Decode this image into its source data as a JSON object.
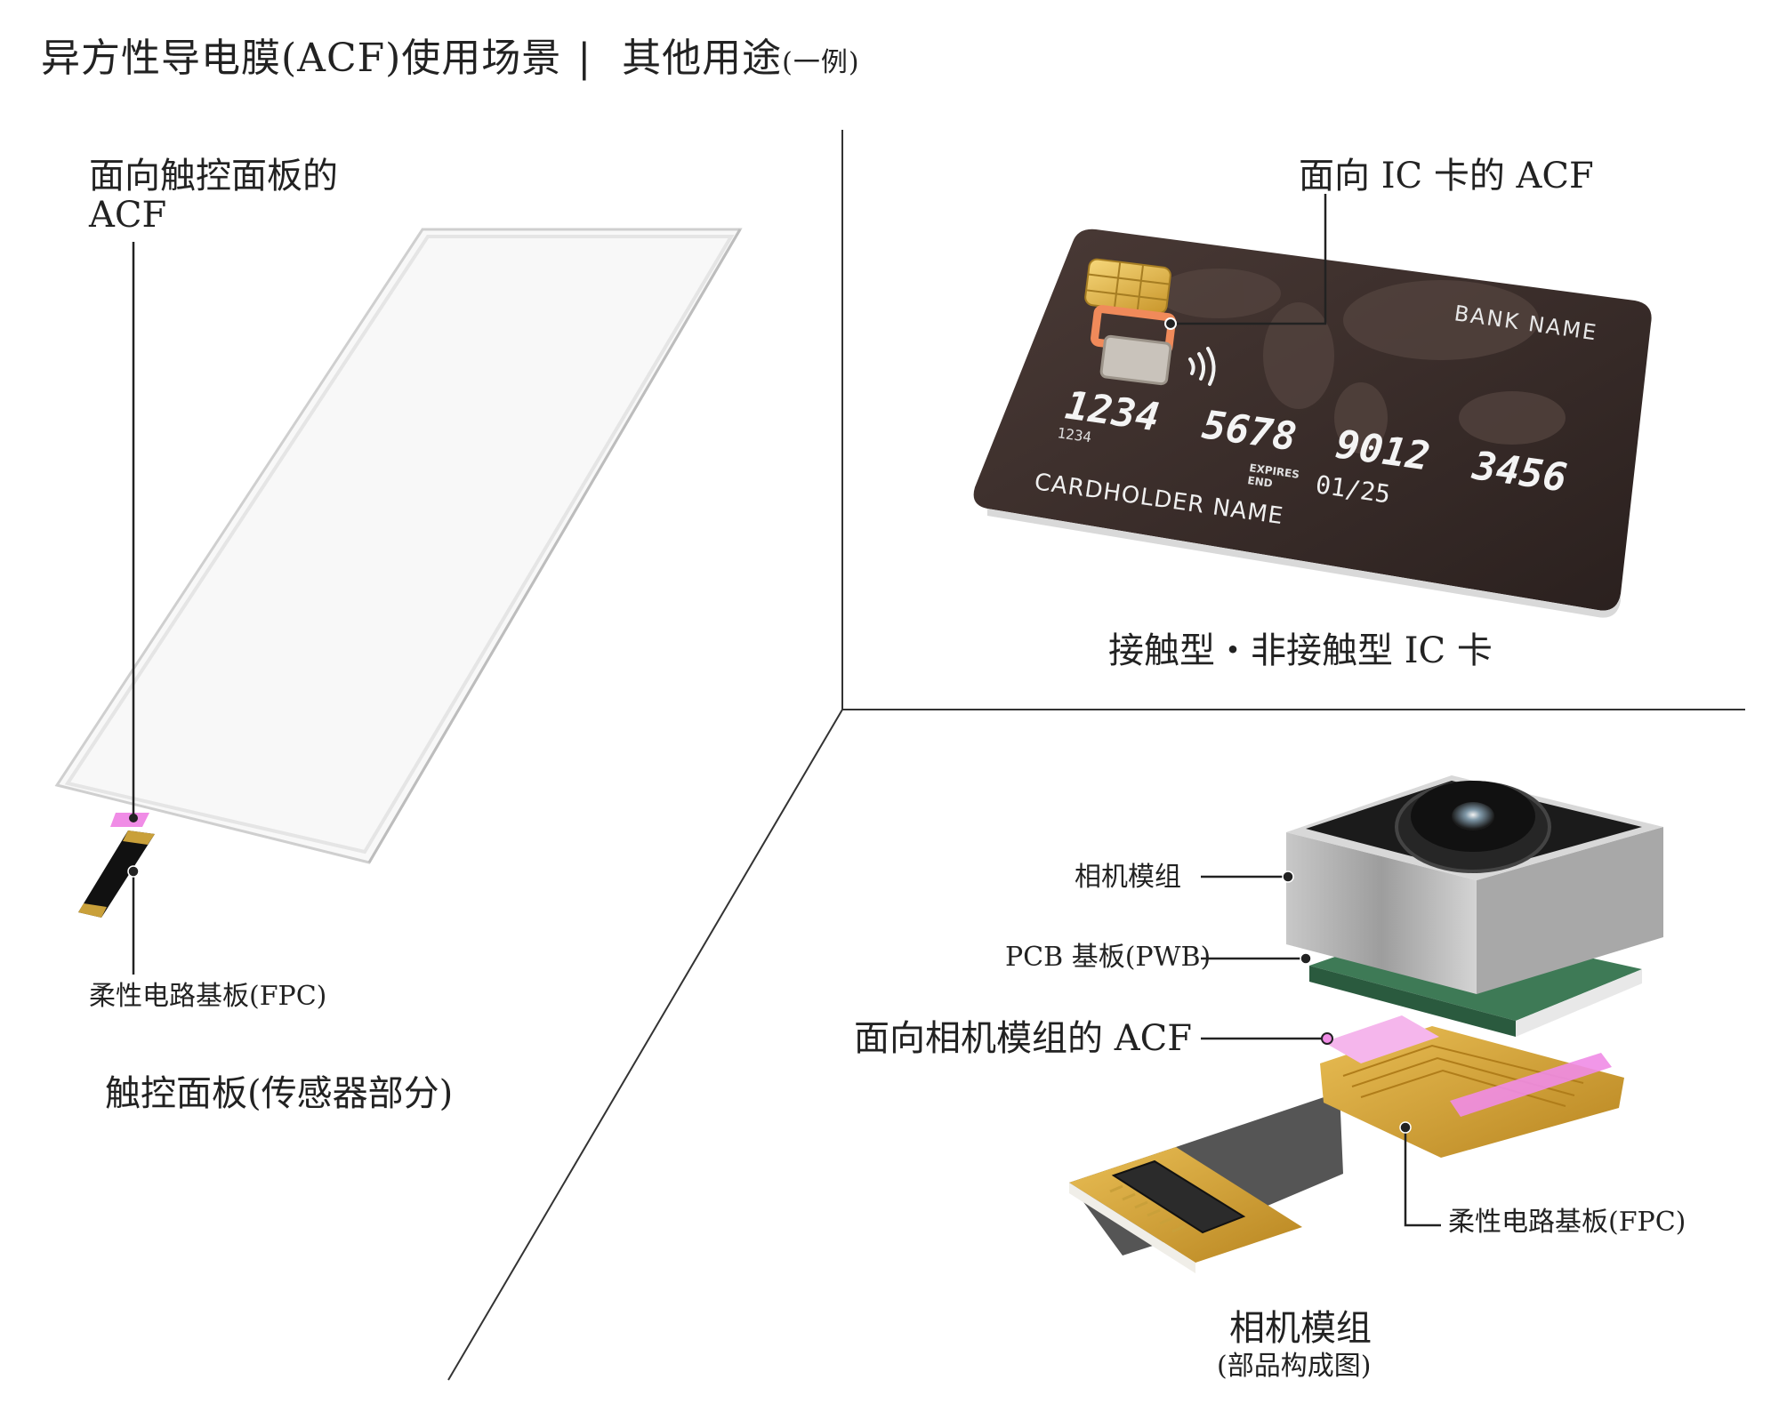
{
  "title": {
    "main": "异方性导电膜(ACF)使用场景",
    "separator": "|",
    "sub": "其他用途",
    "sub_small": "(一例)"
  },
  "touch_panel": {
    "acf_label_line1": "面向触控面板的",
    "acf_label_line2": "ACF",
    "fpc_label": "柔性电路基板(FPC)",
    "caption": "触控面板(传感器部分)"
  },
  "ic_card": {
    "acf_label": "面向 IC 卡的 ACF",
    "bank_name": "BANK NAME",
    "card_number": [
      "1234",
      "5678",
      "9012",
      "3456"
    ],
    "small_number": "1234",
    "expires_label_1": "EXPIRES",
    "expires_label_2": "END",
    "expiry": "01/25",
    "holder": "CARDHOLDER NAME",
    "caption": "接触型・非接触型 IC 卡"
  },
  "camera": {
    "module_label": "相机模组",
    "pcb_label": "PCB 基板(PWB)",
    "acf_label": "面向相机模组的 ACF",
    "fpc_label": "柔性电路基板(FPC)",
    "caption": "相机模组",
    "caption_sub": "(部品构成图)"
  },
  "colors": {
    "acf_pink": "#f08ce6",
    "card_body": "#3b2e2b",
    "chip_gold": "#e6b94a",
    "fpc_gold": "#d9a534",
    "pcb_green": "#3e7a56",
    "camera_metal": "#b5b5b5"
  }
}
